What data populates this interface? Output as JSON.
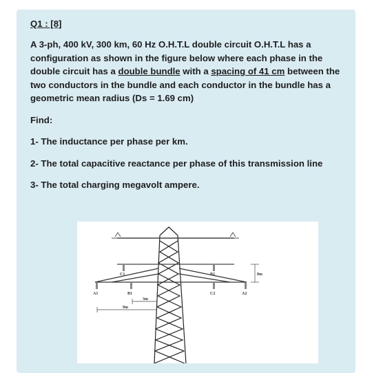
{
  "question": {
    "label": "Q1 : [8]",
    "intro_parts": [
      "A 3-ph, 400 kV, 300 km, 60 Hz O.H.T.L double circuit O.H.T.L has a configuration as shown in the figure below where each phase in the double circuit has a ",
      "double bundle",
      " with a ",
      "spacing of 41 cm",
      " between the two conductors in the bundle and each conductor in the bundle has a geometric mean radius (Ds = 1.69 cm)"
    ],
    "find_label": "Find:",
    "items": [
      "1- The inductance per phase per km.",
      "2- The total capacitive reactance per phase of this transmission line",
      "3- The total charging megavolt ampere."
    ]
  },
  "figure": {
    "labels": {
      "c1": "C1",
      "b2": "B2",
      "a1": "A1",
      "b1": "B1",
      "c2": "C2",
      "a2": "A2",
      "dim_3m": "3m",
      "dim_9m": "9m",
      "dim_8m": "8m"
    }
  },
  "colors": {
    "card_background": "#d9ecf2",
    "text": "#1e1e1e",
    "figure_background": "#ffffff"
  }
}
